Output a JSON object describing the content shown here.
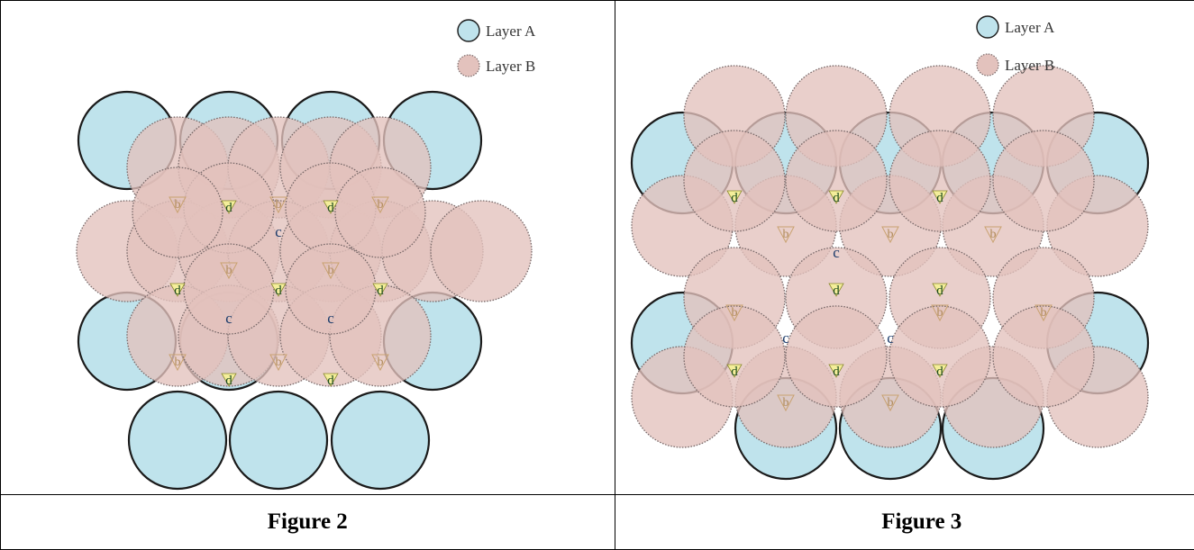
{
  "figures": [
    {
      "caption": "Figure 2",
      "legend": {
        "layer_a": "Layer A",
        "layer_b": "Layer B"
      },
      "site_labels": {
        "c": "c",
        "d": "d",
        "b": "b"
      }
    },
    {
      "caption": "Figure 3",
      "legend": {
        "layer_a": "Layer A",
        "layer_b": "Layer B"
      },
      "site_labels": {
        "c": "c",
        "d": "d",
        "b": "b"
      }
    }
  ],
  "colors": {
    "layer_a_fill": "#bfe3ec",
    "layer_a_stroke": "#1a1a1a",
    "layer_b_fill": "#e3c2bd",
    "layer_b_stroke": "#7a6a6a",
    "void_d_fill": "#f4ee9a",
    "void_b_stroke": "#c9a271"
  }
}
